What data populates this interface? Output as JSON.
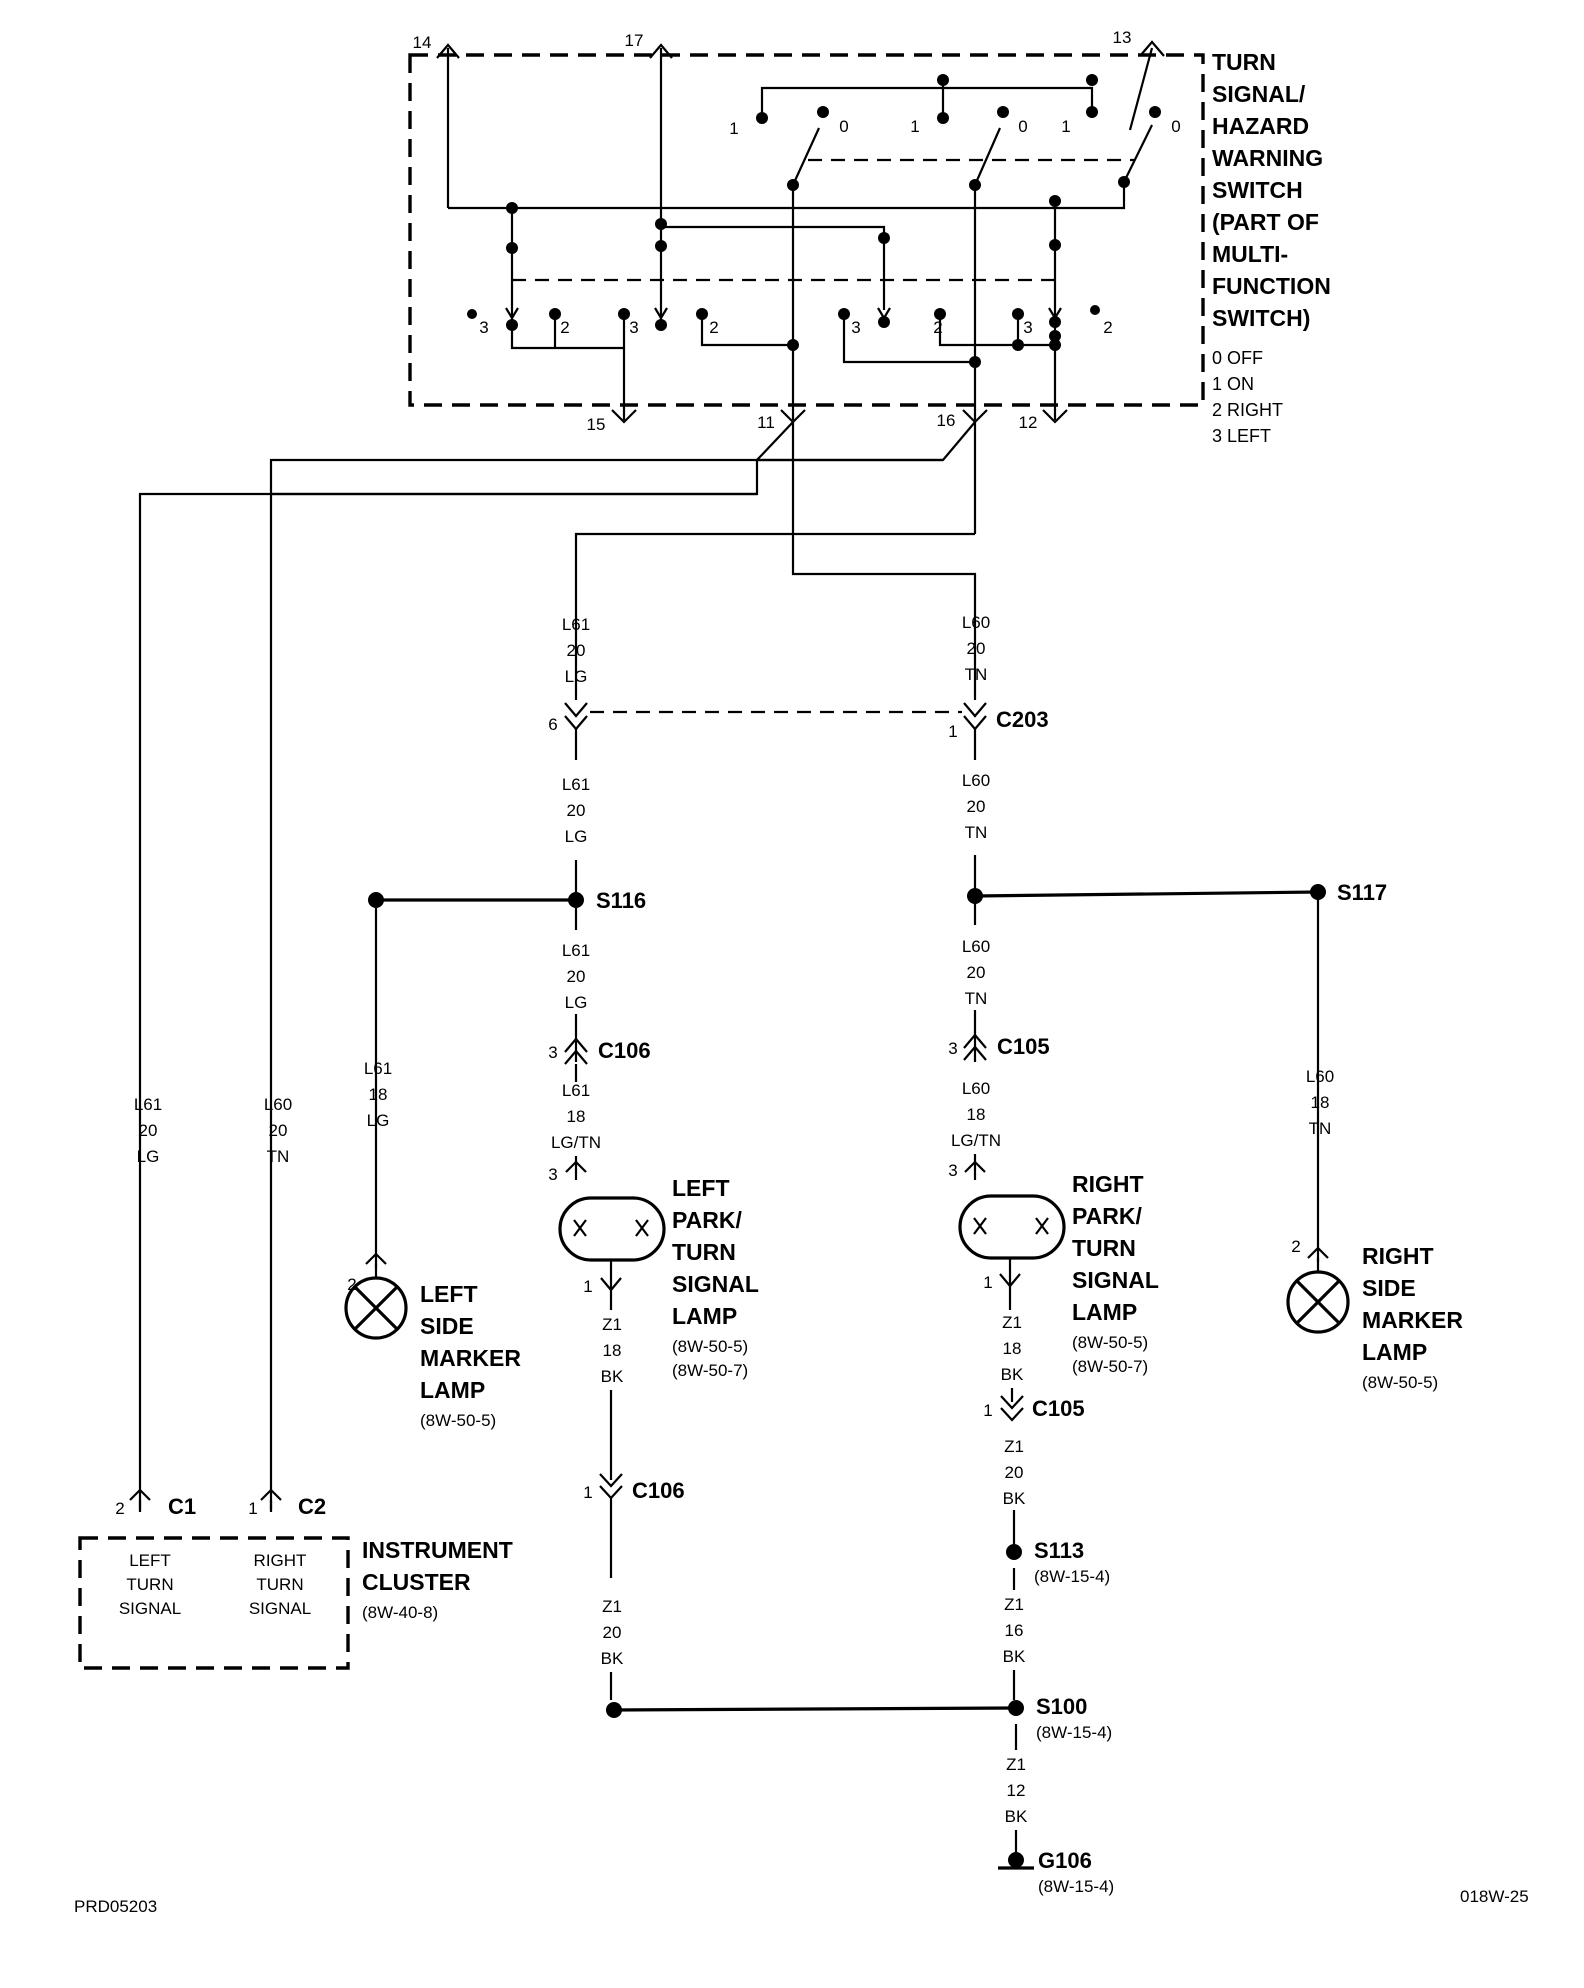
{
  "switch": {
    "title_lines": [
      "TURN",
      "SIGNAL/",
      "HAZARD",
      "WARNING",
      "SWITCH",
      "(PART OF",
      "MULTI-",
      "FUNCTION",
      "SWITCH)"
    ],
    "legend": [
      "0 OFF",
      "1 ON",
      "2 RIGHT",
      "3 LEFT"
    ],
    "terminals_top": [
      "14",
      "17",
      "13"
    ],
    "terminals_bottom": [
      "15",
      "11",
      "16",
      "12"
    ],
    "contact_labels_top": [
      "1",
      "0",
      "1",
      "0",
      "1",
      "0"
    ],
    "contact_labels_bottom": [
      "3",
      "2",
      "3",
      "2",
      "3",
      "2",
      "3",
      "2"
    ]
  },
  "wires": {
    "l61_20_lg": [
      "L61",
      "20",
      "LG"
    ],
    "l60_20_tn": [
      "L60",
      "20",
      "TN"
    ],
    "l61_18_lg": [
      "L61",
      "18",
      "LG"
    ],
    "l61_18_lgtn": [
      "L61",
      "18",
      "LG/TN"
    ],
    "l60_18_lgtn": [
      "L60",
      "18",
      "LG/TN"
    ],
    "l60_18_tn": [
      "L60",
      "18",
      "TN"
    ],
    "z1_18_bk": [
      "Z1",
      "18",
      "BK"
    ],
    "z1_20_bk": [
      "Z1",
      "20",
      "BK"
    ],
    "z1_16_bk": [
      "Z1",
      "16",
      "BK"
    ],
    "z1_12_bk": [
      "Z1",
      "12",
      "BK"
    ]
  },
  "connectors": {
    "c203": {
      "name": "C203",
      "pin_left": "6",
      "pin_right": "1"
    },
    "c106_top": {
      "name": "C106",
      "pin": "3"
    },
    "c105_top": {
      "name": "C105",
      "pin": "3"
    },
    "c106_bottom": {
      "name": "C106",
      "pin": "1"
    },
    "c105_bottom": {
      "name": "C105",
      "pin": "1"
    },
    "c1": {
      "name": "C1",
      "pin": "2"
    },
    "c2": {
      "name": "C2",
      "pin": "1"
    }
  },
  "splices": {
    "s116": "S116",
    "s117": "S117",
    "s113": {
      "name": "S113",
      "ref": "(8W-15-4)"
    },
    "s100": {
      "name": "S100",
      "ref": "(8W-15-4)"
    }
  },
  "ground": {
    "name": "G106",
    "ref": "(8W-15-4)"
  },
  "components": {
    "left_park": {
      "lines": [
        "LEFT",
        "PARK/",
        "TURN",
        "SIGNAL",
        "LAMP"
      ],
      "refs": [
        "(8W-50-5)",
        "(8W-50-7)"
      ],
      "pin_top": "3",
      "pin_bottom": "1"
    },
    "right_park": {
      "lines": [
        "RIGHT",
        "PARK/",
        "TURN",
        "SIGNAL",
        "LAMP"
      ],
      "refs": [
        "(8W-50-5)",
        "(8W-50-7)"
      ],
      "pin_top": "3",
      "pin_bottom": "1"
    },
    "left_marker": {
      "lines": [
        "LEFT",
        "SIDE",
        "MARKER",
        "LAMP"
      ],
      "ref": "(8W-50-5)",
      "pin": "2"
    },
    "right_marker": {
      "lines": [
        "RIGHT",
        "SIDE",
        "MARKER",
        "LAMP"
      ],
      "ref": "(8W-50-5)",
      "pin": "2"
    },
    "cluster": {
      "lines": [
        "INSTRUMENT",
        "CLUSTER"
      ],
      "ref": "(8W-40-8)",
      "left_input": [
        "LEFT",
        "TURN",
        "SIGNAL"
      ],
      "right_input": [
        "RIGHT",
        "TURN",
        "SIGNAL"
      ]
    }
  },
  "footer": {
    "left": "PRD05203",
    "right": "018W-25"
  }
}
